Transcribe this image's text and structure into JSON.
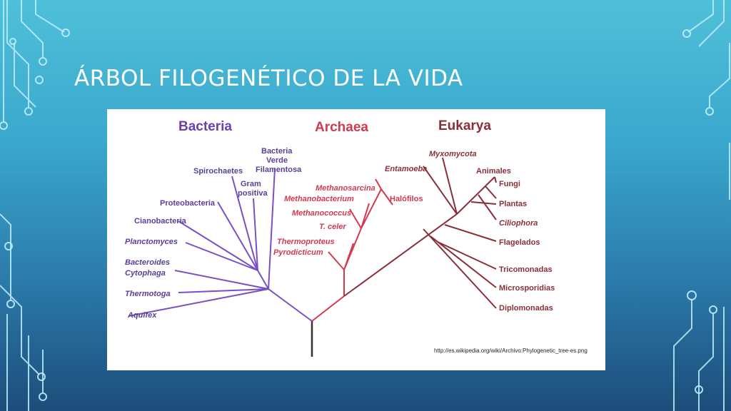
{
  "slide": {
    "title": "Árbol filogenético de la vida"
  },
  "domains": {
    "bacteria": "Bacteria",
    "archaea": "Archaea",
    "eukarya": "Eukarya"
  },
  "bacteria_labels": {
    "verde_1": "Bacteria",
    "verde_2": "Verde",
    "verde_3": "Filamentosa",
    "spirochaetes": "Spirochaetes",
    "gram_1": "Gram",
    "gram_2": "positiva",
    "proteobacteria": "Proteobacteria",
    "cianobacteria": "Cianobacteria",
    "planctomyces": "Planctomyces",
    "bacteroides": "Bacteroides",
    "cytophaga": "Cytophaga",
    "thermotoga": "Thermotoga",
    "aquifex": "Aquifex"
  },
  "archaea_labels": {
    "methanosarcina": "Methanosarcina",
    "methanobacterium": "Methanobacterium",
    "halofilos": "Halófilos",
    "methanococcus": "Methanococcus",
    "t_celer": "T. celer",
    "thermoproteus": "Thermoproteus",
    "pyrodicticum": "Pyrodicticum"
  },
  "eukarya_labels": {
    "myxomycota": "Myxomycota",
    "entamoeba": "Entamoeba",
    "animales": "Animales",
    "fungi": "Fungi",
    "plantas": "Plantas",
    "ciliophora": "Ciliophora",
    "flagelados": "Flagelados",
    "tricomonadas": "Tricomonadas",
    "microsporidias": "Microsporidias",
    "diplomonadas": "Diplomonadas"
  },
  "credit": "http://es.wikipedia.org/wiki/Archivo:Phylogenetic_tree-es.png",
  "colors": {
    "bacteria": "#7a4fc4",
    "archaea": "#d23a4f",
    "eukarya": "#8a2f3a",
    "root": "#333333"
  }
}
